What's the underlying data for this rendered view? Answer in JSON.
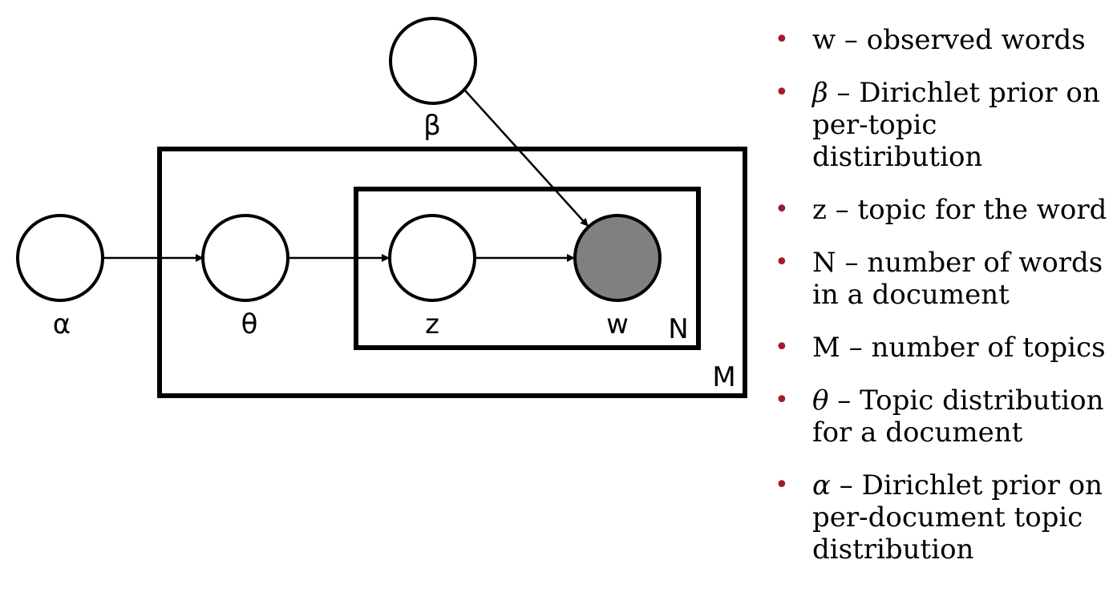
{
  "diagram": {
    "nodes": {
      "alpha": "α",
      "theta": "θ",
      "beta": "β",
      "z": "z",
      "w": "w"
    },
    "plates": {
      "outer": "M",
      "inner": "N"
    },
    "colors": {
      "observed_fill": "#808080",
      "latent_fill": "#ffffff",
      "stroke": "#000000"
    }
  },
  "legend": {
    "bullet_color": "#a11a2e",
    "items": [
      {
        "symbol": "w",
        "text": " – observed words"
      },
      {
        "symbol": "β",
        "text": " – Dirichlet prior on per-topic distiribution"
      },
      {
        "symbol": "z",
        "text": " – topic for the word"
      },
      {
        "symbol": "N",
        "text": " – number of words in a document"
      },
      {
        "symbol": "M",
        "text": " – number of topics"
      },
      {
        "symbol": "θ",
        "text": "  – Topic distribution for a document"
      },
      {
        "symbol": "α",
        "text": " – Dirichlet prior on per-document topic distribution"
      }
    ]
  }
}
